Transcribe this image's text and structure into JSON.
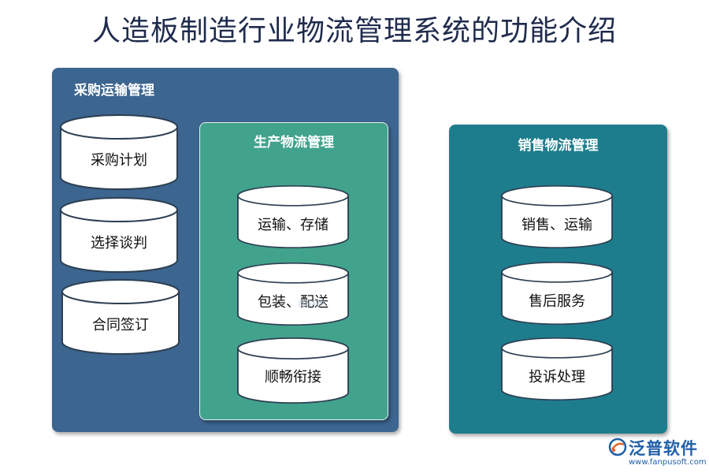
{
  "title": "人造板制造行业物流管理系统的功能介绍",
  "panels": {
    "procurement": {
      "title": "采购运输管理",
      "items": [
        "采购计划",
        "选择谈判",
        "合同签订"
      ]
    },
    "production": {
      "title": "生产物流管理",
      "items": [
        "运输、存储",
        "包装、配送",
        "顺畅衔接"
      ]
    },
    "sales": {
      "title": "销售物流管理",
      "items": [
        "销售、运输",
        "售后服务",
        "投诉处理"
      ]
    }
  },
  "watermark": "泛普软件",
  "logo": {
    "name": "泛普软件",
    "url": "www.fanpusoft.com"
  },
  "colors": {
    "procurement": "#3c6590",
    "production": "#42a38d",
    "sales": "#1e7d8d",
    "title": "#1f2b4d",
    "logo": "#1f5fa8"
  }
}
